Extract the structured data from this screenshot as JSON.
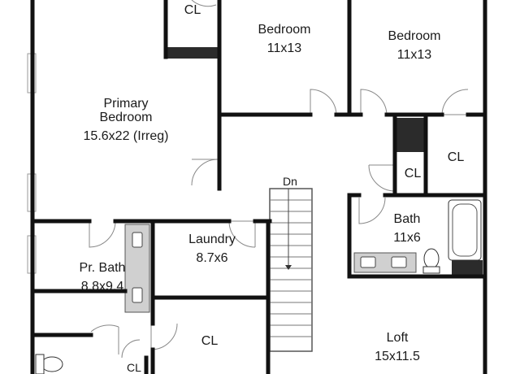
{
  "rooms": {
    "cl_top": "CL",
    "bedroom_1": {
      "name": "Bedroom",
      "size": "11x13"
    },
    "bedroom_2": {
      "name": "Bedroom",
      "size": "11x13"
    },
    "primary": {
      "name_line1": "Primary",
      "name_line2": "Bedroom",
      "size": "15.6x22 (Irreg)"
    },
    "cl_right": "CL",
    "cl_mid": "CL",
    "bath": {
      "name": "Bath",
      "size": "11x6"
    },
    "laundry": {
      "name": "Laundry",
      "size": "8.7x6"
    },
    "pr_bath": {
      "name": "Pr. Bath",
      "size": "8.8x9.4"
    },
    "cl_bottom": "CL",
    "loft": {
      "name": "Loft",
      "size": "15x11.5"
    },
    "cl_small": "CL"
  },
  "stairs": {
    "label": "Dn"
  },
  "colors": {
    "wall": "#111111",
    "fixture": "#c9c9c9",
    "window": "#b5b5b5",
    "background": "#ffffff"
  }
}
